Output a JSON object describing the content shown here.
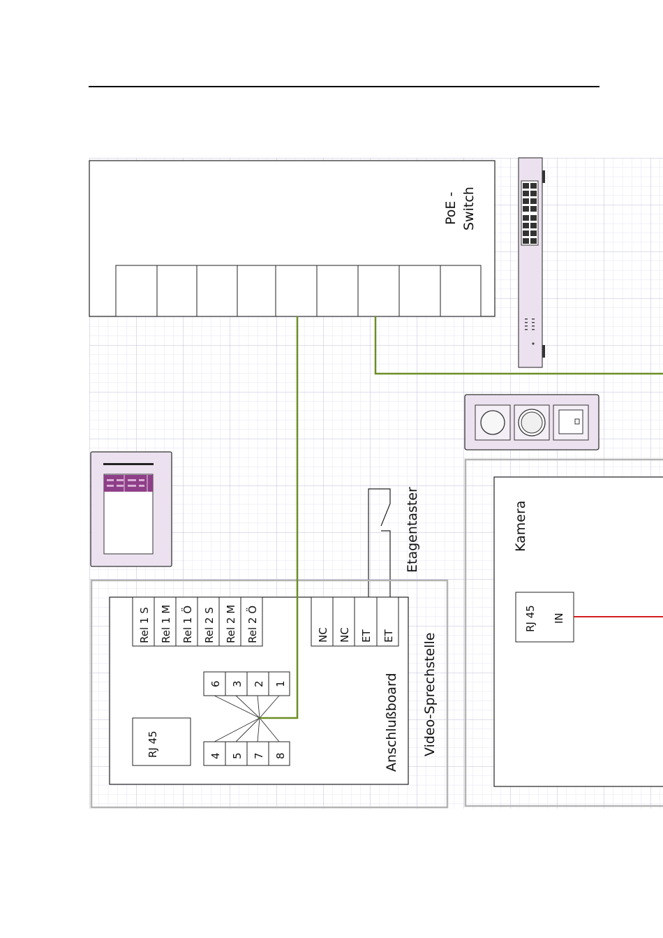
{
  "labels": {
    "poe_line1": "PoE -",
    "poe_line2": "Switch",
    "etagentaster": "Etagentaster",
    "kamera": "Kamera",
    "kamera_rj45": "RJ 45",
    "kamera_in": "IN",
    "video_sprechstelle": "Video-Sprechstelle",
    "anschlussboard": "Anschlußboard",
    "board_rj45": "RJ 45"
  },
  "relay_terminals": [
    "Rel 1  S",
    "Rel 1  M",
    "Rel 1  Ö",
    "Rel 2  S",
    "Rel 2  M",
    "Rel 2  Ö"
  ],
  "right_terminals": [
    "NC",
    "NC",
    "ET",
    "ET"
  ],
  "pins_top": [
    "6",
    "3",
    "2",
    "1"
  ],
  "pins_bottom": [
    "4",
    "5",
    "7",
    "8"
  ],
  "colors": {
    "cable_green": "#6b8e23",
    "cable_red": "#d21f1f",
    "grid_minor": "#d8d8ec",
    "grid_major": "#b9b9d9",
    "device_fill": "#ece2ef"
  }
}
